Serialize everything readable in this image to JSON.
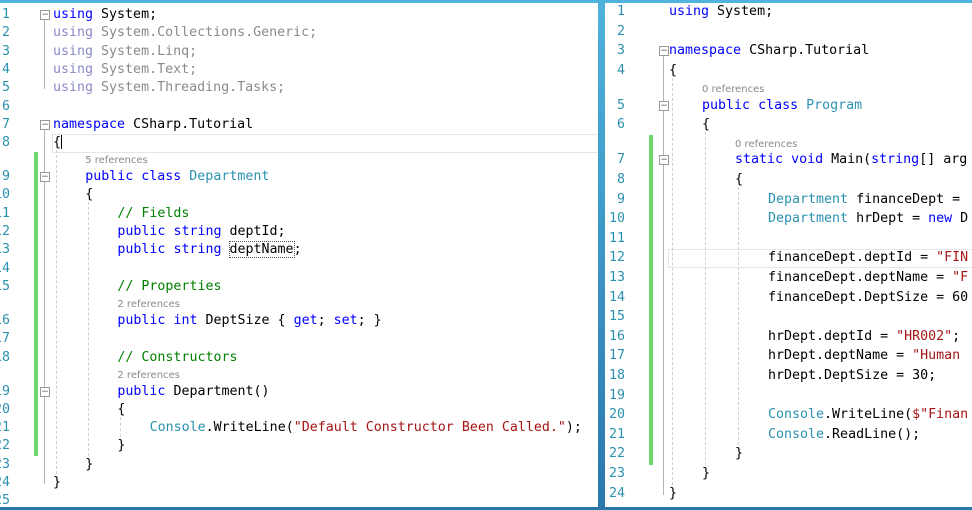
{
  "colors": {
    "keyword": "#0000ff",
    "type": "#2b91af",
    "string": "#a31515",
    "comment": "#008000",
    "line_number": "#2b91af",
    "change_bar": "#6fd66f",
    "frame": "#4fb3dc"
  },
  "left_editor": {
    "lines": [
      {
        "n": "1",
        "indent": 0,
        "tokens": [
          [
            "k",
            "using"
          ],
          [
            "p",
            " System;"
          ]
        ]
      },
      {
        "n": "2",
        "indent": 0,
        "tokens": [
          [
            "g",
            "using"
          ],
          [
            "gp",
            " System.Collections.Generic;"
          ]
        ]
      },
      {
        "n": "3",
        "indent": 0,
        "tokens": [
          [
            "g",
            "using"
          ],
          [
            "gp",
            " System.Linq;"
          ]
        ]
      },
      {
        "n": "4",
        "indent": 0,
        "tokens": [
          [
            "g",
            "using"
          ],
          [
            "gp",
            " System.Text;"
          ]
        ]
      },
      {
        "n": "5",
        "indent": 0,
        "tokens": [
          [
            "g",
            "using"
          ],
          [
            "gp",
            " System.Threading.Tasks;"
          ]
        ]
      },
      {
        "n": "6",
        "indent": 0,
        "tokens": []
      },
      {
        "n": "7",
        "indent": 0,
        "tokens": [
          [
            "k",
            "namespace"
          ],
          [
            "p",
            " CSharp.Tutorial"
          ]
        ]
      },
      {
        "n": "8",
        "indent": 0,
        "tokens": [
          [
            "p",
            "{"
          ]
        ]
      },
      {
        "refs": "5 references",
        "indent": 1
      },
      {
        "n": "9",
        "indent": 1,
        "tokens": [
          [
            "k",
            "public"
          ],
          [
            "p",
            " "
          ],
          [
            "k",
            "class"
          ],
          [
            "p",
            " "
          ],
          [
            "t",
            "Department"
          ]
        ]
      },
      {
        "n": "10",
        "indent": 1,
        "tokens": [
          [
            "p",
            "{"
          ]
        ]
      },
      {
        "n": "11",
        "indent": 2,
        "tokens": [
          [
            "c",
            "// Fields"
          ]
        ]
      },
      {
        "n": "12",
        "indent": 2,
        "tokens": [
          [
            "k",
            "public"
          ],
          [
            "p",
            " "
          ],
          [
            "k",
            "string"
          ],
          [
            "p",
            " deptId;"
          ]
        ]
      },
      {
        "n": "13",
        "indent": 2,
        "tokens": [
          [
            "k",
            "public"
          ],
          [
            "p",
            " "
          ],
          [
            "k",
            "string"
          ],
          [
            "p",
            " "
          ],
          [
            "pd",
            "deptName"
          ],
          [
            "p",
            ";"
          ]
        ]
      },
      {
        "n": "14",
        "indent": 0,
        "tokens": []
      },
      {
        "n": "15",
        "indent": 2,
        "tokens": [
          [
            "c",
            "// Properties"
          ]
        ]
      },
      {
        "refs": "2 references",
        "indent": 2
      },
      {
        "n": "16",
        "indent": 2,
        "tokens": [
          [
            "k",
            "public"
          ],
          [
            "p",
            " "
          ],
          [
            "k",
            "int"
          ],
          [
            "p",
            " DeptSize { "
          ],
          [
            "k",
            "get"
          ],
          [
            "p",
            "; "
          ],
          [
            "k",
            "set"
          ],
          [
            "p",
            "; }"
          ]
        ]
      },
      {
        "n": "17",
        "indent": 0,
        "tokens": []
      },
      {
        "n": "18",
        "indent": 2,
        "tokens": [
          [
            "c",
            "// Constructors"
          ]
        ]
      },
      {
        "refs": "2 references",
        "indent": 2
      },
      {
        "n": "19",
        "indent": 2,
        "tokens": [
          [
            "k",
            "public"
          ],
          [
            "p",
            " Department()"
          ]
        ]
      },
      {
        "n": "20",
        "indent": 2,
        "tokens": [
          [
            "p",
            "{"
          ]
        ]
      },
      {
        "n": "21",
        "indent": 3,
        "tokens": [
          [
            "t",
            "Console"
          ],
          [
            "p",
            ".WriteLine("
          ],
          [
            "s",
            "\"Default Constructor Been Called.\""
          ],
          [
            "p",
            ");"
          ]
        ]
      },
      {
        "n": "22",
        "indent": 2,
        "tokens": [
          [
            "p",
            "}"
          ]
        ]
      },
      {
        "n": "23",
        "indent": 1,
        "tokens": [
          [
            "p",
            "}"
          ]
        ]
      },
      {
        "n": "24",
        "indent": 0,
        "tokens": [
          [
            "p",
            "}"
          ]
        ]
      },
      {
        "n": "25",
        "indent": 0,
        "tokens": []
      }
    ]
  },
  "right_editor": {
    "lines": [
      {
        "n": "1",
        "indent": 0,
        "tokens": [
          [
            "k",
            "using"
          ],
          [
            "p",
            " System;"
          ]
        ]
      },
      {
        "n": "2",
        "indent": 0,
        "tokens": []
      },
      {
        "n": "3",
        "indent": 0,
        "tokens": [
          [
            "k",
            "namespace"
          ],
          [
            "p",
            " CSharp.Tutorial"
          ]
        ]
      },
      {
        "n": "4",
        "indent": 0,
        "tokens": [
          [
            "p",
            "{"
          ]
        ]
      },
      {
        "refs": "0 references",
        "indent": 1
      },
      {
        "n": "5",
        "indent": 1,
        "tokens": [
          [
            "k",
            "public"
          ],
          [
            "p",
            " "
          ],
          [
            "k",
            "class"
          ],
          [
            "p",
            " "
          ],
          [
            "t",
            "Program"
          ]
        ]
      },
      {
        "n": "6",
        "indent": 1,
        "tokens": [
          [
            "p",
            "{"
          ]
        ]
      },
      {
        "refs": "0 references",
        "indent": 2
      },
      {
        "n": "7",
        "indent": 2,
        "tokens": [
          [
            "k",
            "static"
          ],
          [
            "p",
            " "
          ],
          [
            "k",
            "void"
          ],
          [
            "p",
            " Main("
          ],
          [
            "k",
            "string"
          ],
          [
            "p",
            "[] arg"
          ]
        ]
      },
      {
        "n": "8",
        "indent": 2,
        "tokens": [
          [
            "p",
            "{"
          ]
        ]
      },
      {
        "n": "9",
        "indent": 3,
        "tokens": [
          [
            "t",
            "Department"
          ],
          [
            "p",
            " financeDept = "
          ]
        ]
      },
      {
        "n": "10",
        "indent": 3,
        "tokens": [
          [
            "t",
            "Department"
          ],
          [
            "p",
            " hrDept = "
          ],
          [
            "k",
            "new"
          ],
          [
            "p",
            " D"
          ]
        ]
      },
      {
        "n": "11",
        "indent": 0,
        "tokens": []
      },
      {
        "n": "12",
        "indent": 3,
        "tokens": [
          [
            "p",
            "financeDept.deptId = "
          ],
          [
            "s",
            "\"FIN"
          ]
        ]
      },
      {
        "n": "13",
        "indent": 3,
        "tokens": [
          [
            "p",
            "financeDept.deptName = "
          ],
          [
            "s",
            "\"F"
          ]
        ]
      },
      {
        "n": "14",
        "indent": 3,
        "tokens": [
          [
            "p",
            "financeDept.DeptSize = 60"
          ]
        ]
      },
      {
        "n": "15",
        "indent": 0,
        "tokens": []
      },
      {
        "n": "16",
        "indent": 3,
        "tokens": [
          [
            "p",
            "hrDept.deptId = "
          ],
          [
            "s",
            "\"HR002\""
          ],
          [
            "p",
            ";"
          ]
        ]
      },
      {
        "n": "17",
        "indent": 3,
        "tokens": [
          [
            "p",
            "hrDept.deptName = "
          ],
          [
            "s",
            "\"Human"
          ]
        ]
      },
      {
        "n": "18",
        "indent": 3,
        "tokens": [
          [
            "p",
            "hrDept.DeptSize = 30;"
          ]
        ]
      },
      {
        "n": "19",
        "indent": 0,
        "tokens": []
      },
      {
        "n": "20",
        "indent": 3,
        "tokens": [
          [
            "t",
            "Console"
          ],
          [
            "p",
            ".WriteLine("
          ],
          [
            "s",
            "$\"Finan"
          ]
        ]
      },
      {
        "n": "21",
        "indent": 3,
        "tokens": [
          [
            "t",
            "Console"
          ],
          [
            "p",
            ".ReadLine();"
          ]
        ]
      },
      {
        "n": "22",
        "indent": 2,
        "tokens": [
          [
            "p",
            "}"
          ]
        ]
      },
      {
        "n": "23",
        "indent": 1,
        "tokens": [
          [
            "p",
            "}"
          ]
        ]
      },
      {
        "n": "24",
        "indent": 0,
        "tokens": [
          [
            "p",
            "}"
          ]
        ]
      }
    ]
  }
}
